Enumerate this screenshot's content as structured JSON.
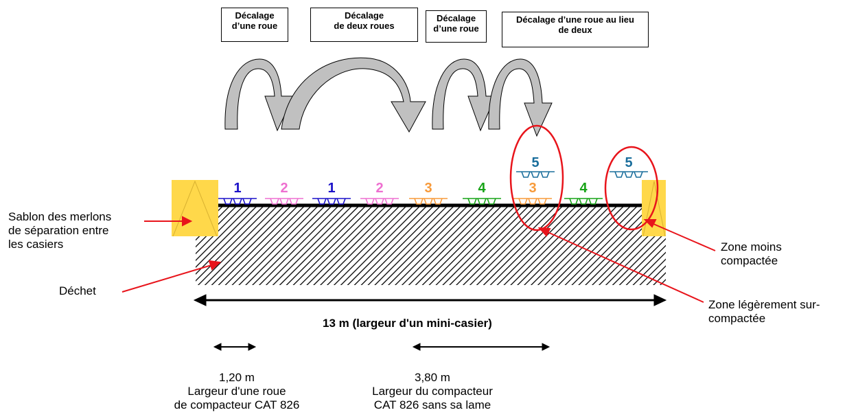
{
  "offset_boxes": [
    {
      "line1": "Décalage",
      "line2": "d’une roue"
    },
    {
      "line1": "Décalage",
      "line2": "de deux roues"
    },
    {
      "line1": "Décalage",
      "line2": "d’une roue"
    },
    {
      "line1": "Décalage d’une roue au lieu",
      "line2": "de deux"
    }
  ],
  "wheels": [
    {
      "number": "1",
      "color": "#1a10c8"
    },
    {
      "number": "2",
      "color": "#ee6fd0"
    },
    {
      "number": "1",
      "color": "#1a10c8"
    },
    {
      "number": "2",
      "color": "#ee6fd0"
    },
    {
      "number": "3",
      "color": "#f79a3a"
    },
    {
      "number": "4",
      "color": "#17a317"
    },
    {
      "number": "3",
      "color": "#f79a3a"
    },
    {
      "number": "4",
      "color": "#17a317"
    }
  ],
  "raised_wheels": [
    {
      "number": "5",
      "color": "#1a6e9c"
    },
    {
      "number": "5",
      "color": "#1a6e9c"
    }
  ],
  "labels": {
    "sablon": [
      "Sablon des merlons",
      "de séparation entre",
      "les casiers"
    ],
    "dechet": "Déchet",
    "zone_moins": [
      "Zone moins",
      "compactée"
    ],
    "zone_legere": [
      "Zone légèrement sur-",
      "compactée"
    ],
    "width_total": "13 m (largeur d'un mini-casier)",
    "wheel_width": [
      "1,20 m",
      "Largeur d'une roue",
      "de compacteur CAT 826"
    ],
    "compactor_width": [
      "3,80 m",
      "Largeur du compacteur",
      "CAT 826 sans sa lame"
    ]
  },
  "colors": {
    "sand": "#ffd84a",
    "sand_line": "#d8b030",
    "highlight_red": "#e8141b",
    "arrow_fill": "#c0c0c0"
  }
}
